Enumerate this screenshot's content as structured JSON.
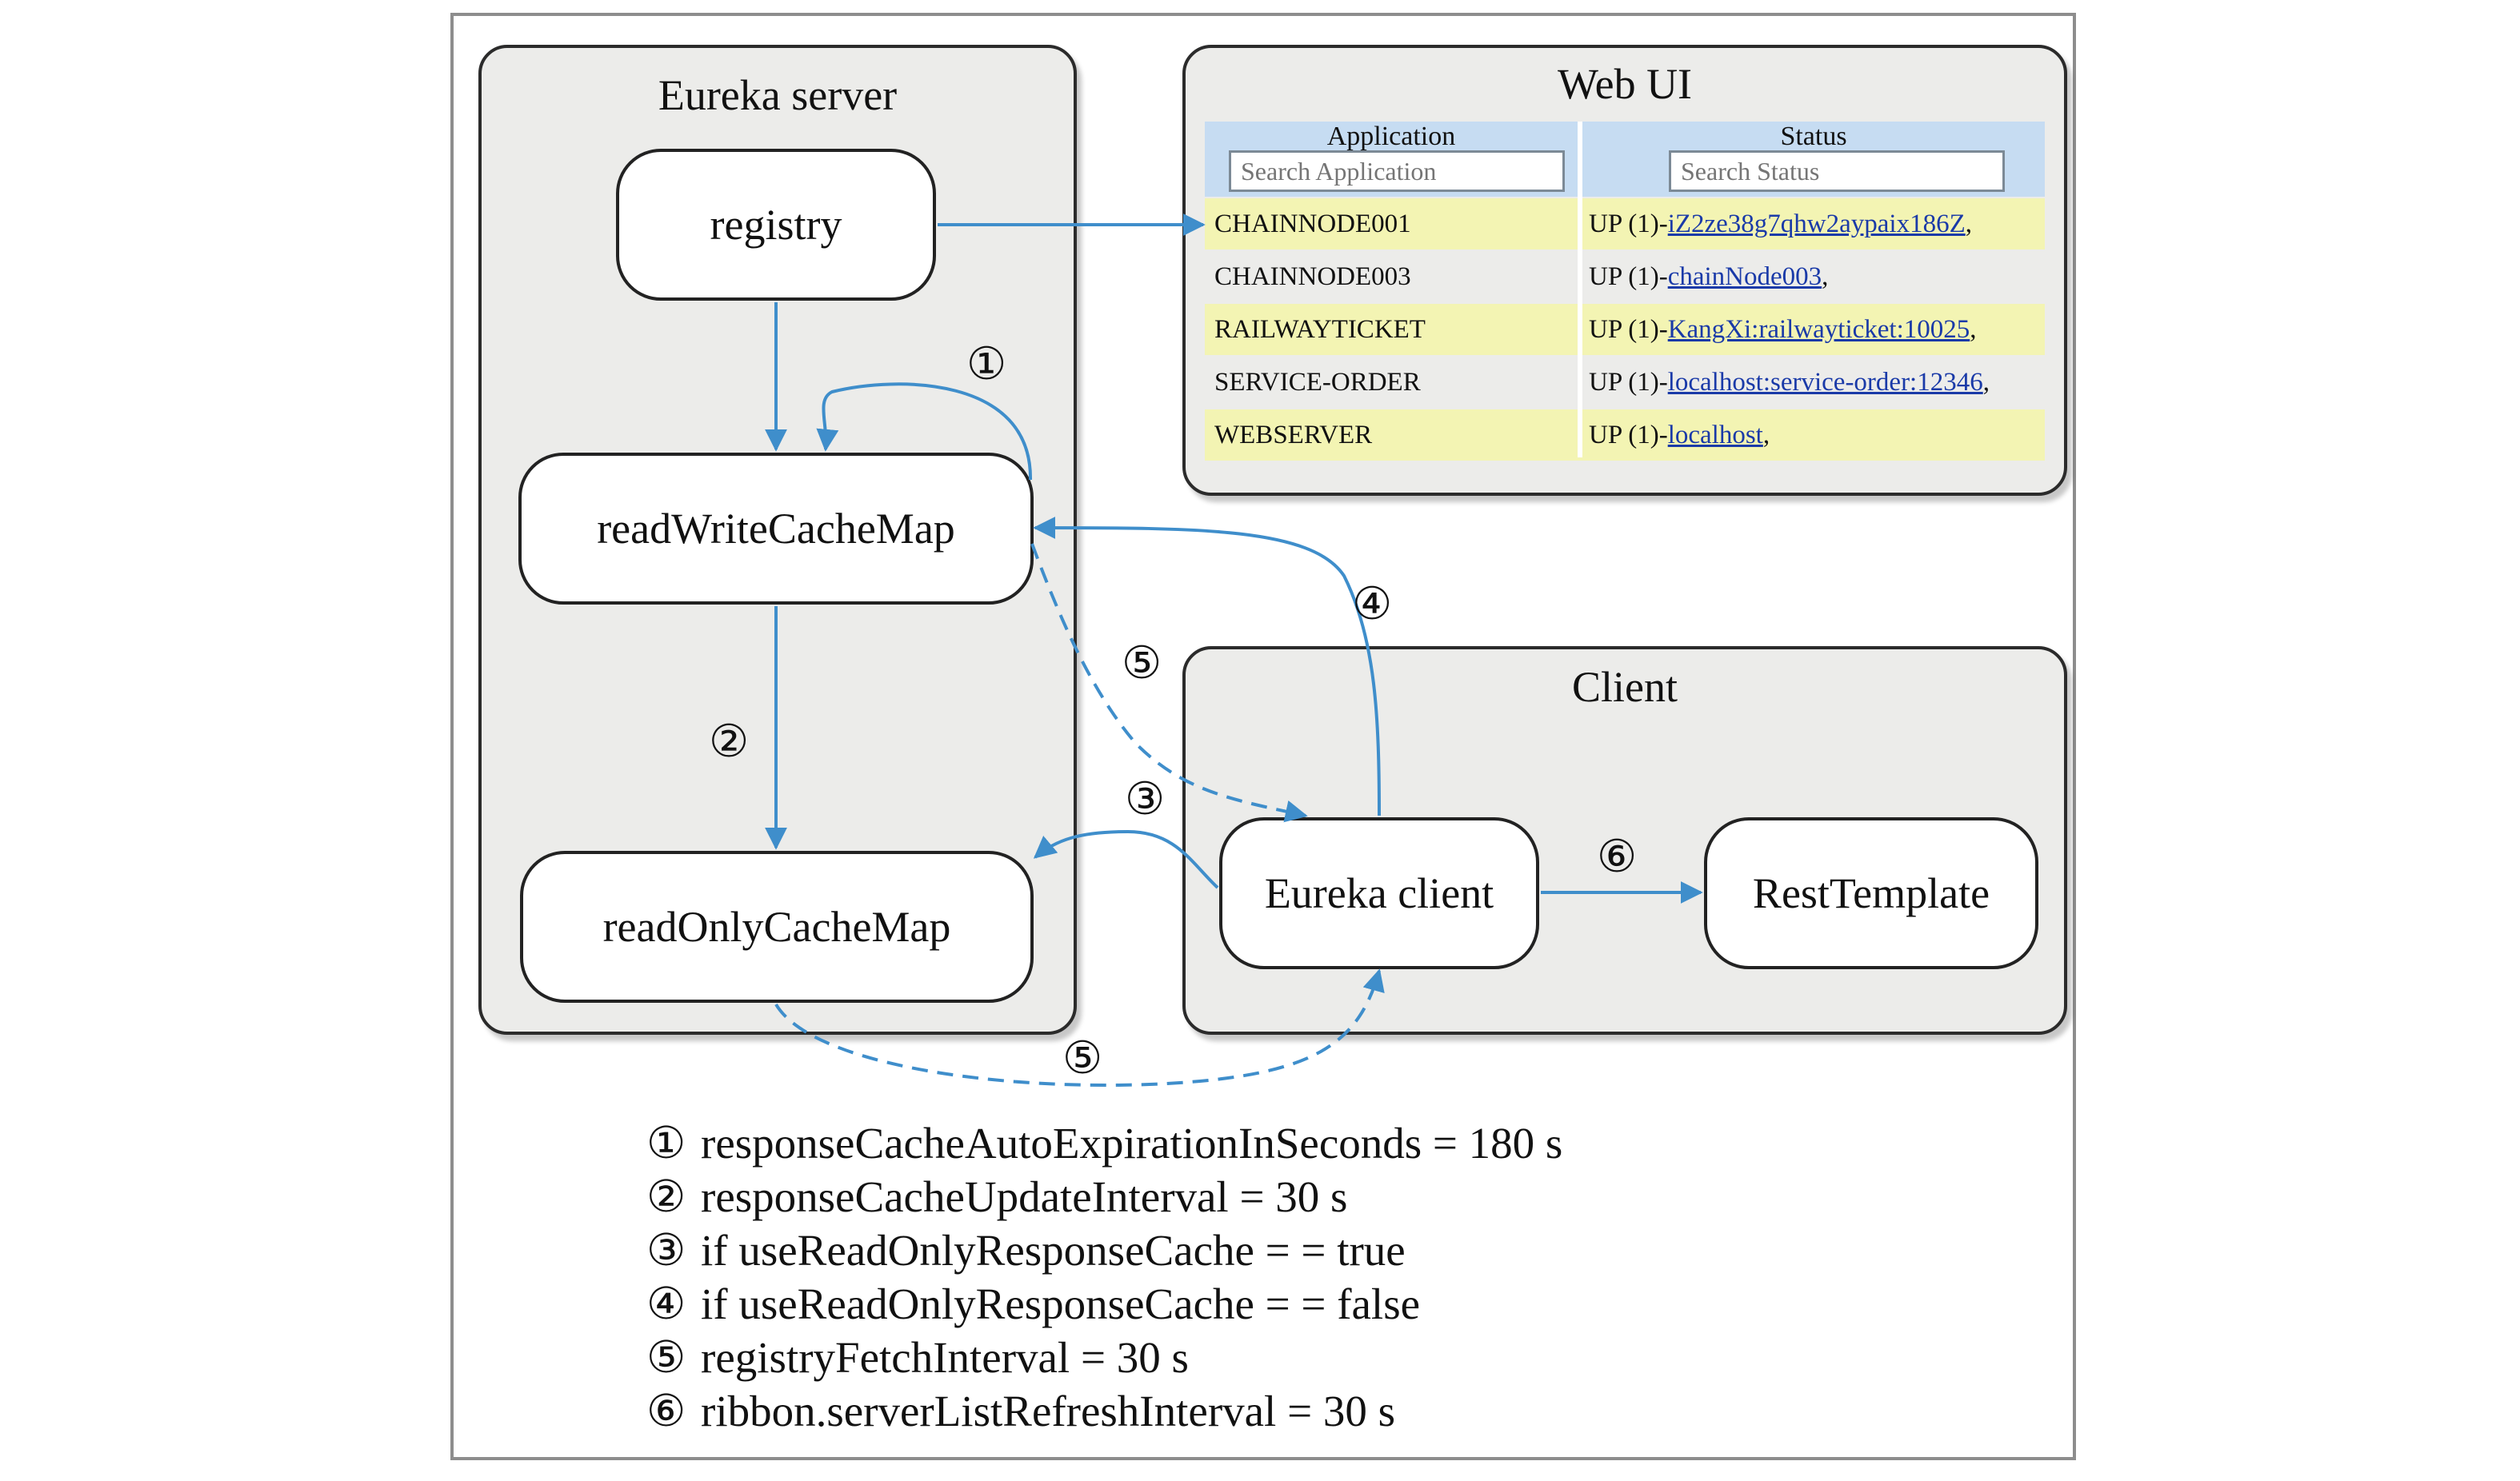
{
  "eureka_server": {
    "title": "Eureka server",
    "nodes": {
      "registry": "registry",
      "read_write": "readWriteCacheMap",
      "read_only": "readOnlyCacheMap"
    }
  },
  "web_ui": {
    "title": "Web UI",
    "columns": {
      "application": "Application",
      "status": "Status"
    },
    "search": {
      "application_placeholder": "Search Application",
      "status_placeholder": "Search Status"
    },
    "rows": [
      {
        "application": "CHAINNODE001",
        "status_prefix": "UP (1)-",
        "link": "iZ2ze38g7qhw2aypaix186Z",
        "suffix": ","
      },
      {
        "application": "CHAINNODE003",
        "status_prefix": "UP (1)-",
        "link": "chainNode003",
        "suffix": ","
      },
      {
        "application": "RAILWAYTICKET",
        "status_prefix": "UP (1)-",
        "link": "KangXi:railwayticket:10025",
        "suffix": ","
      },
      {
        "application": "SERVICE-ORDER",
        "status_prefix": "UP (1)-",
        "link": "localhost:service-order:12346",
        "suffix": ","
      },
      {
        "application": "WEBSERVER",
        "status_prefix": "UP (1)-",
        "link": "localhost",
        "suffix": ","
      }
    ]
  },
  "client": {
    "title": "Client",
    "nodes": {
      "eureka_client": "Eureka client",
      "rest_template": "RestTemplate"
    }
  },
  "markers": {
    "m1": "①",
    "m2": "②",
    "m3": "③",
    "m4": "④",
    "m5": "⑤",
    "m6": "⑥"
  },
  "legend": [
    {
      "marker": "①",
      "text": "responseCacheAutoExpirationInSeconds = 180 s"
    },
    {
      "marker": "②",
      "text": "responseCacheUpdateInterval = 30 s"
    },
    {
      "marker": "③",
      "text": "if useReadOnlyResponseCache = = true"
    },
    {
      "marker": "④",
      "text": "if useReadOnlyResponseCache = = false"
    },
    {
      "marker": "⑤",
      "text": "registryFetchInterval = 30 s"
    },
    {
      "marker": "⑥",
      "text": "ribbon.serverListRefreshInterval = 30 s"
    }
  ],
  "colors": {
    "arrow": "#3f8ecb",
    "header": "#c6dcf2",
    "highlight_row": "#f3f4b3",
    "panel_bg": "#ececea",
    "link": "#1a3aa8"
  }
}
